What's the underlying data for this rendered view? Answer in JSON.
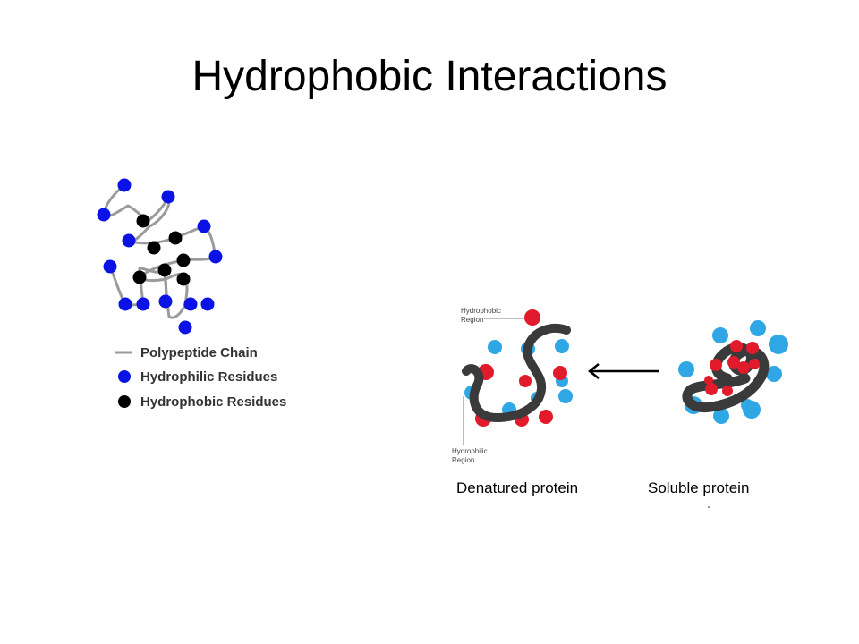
{
  "title": "Hydrophobic Interactions",
  "left_figure": {
    "legend": [
      {
        "label": "Polypeptide Chain",
        "color": "#9b9b9b",
        "symbol": "line"
      },
      {
        "label": "Hydrophilic Residues",
        "color": "#0a12e6",
        "symbol": "dot"
      },
      {
        "label": "Hydrophobic Residues",
        "color": "#000000",
        "symbol": "dot"
      }
    ]
  },
  "right_figure": {
    "hydrophobic_label_line1": "Hydrophobic",
    "hydrophobic_label_line2": "Region",
    "hydrophilic_label_line1": "Hydrophilic",
    "hydrophilic_label_line2": "Region",
    "caption_left": "Denatured protein",
    "caption_right": "Soluble protein",
    "colors": {
      "hydrophobic": "#e21b2c",
      "hydrophilic": "#2fa7e4",
      "chain": "#3a3a3a"
    }
  }
}
